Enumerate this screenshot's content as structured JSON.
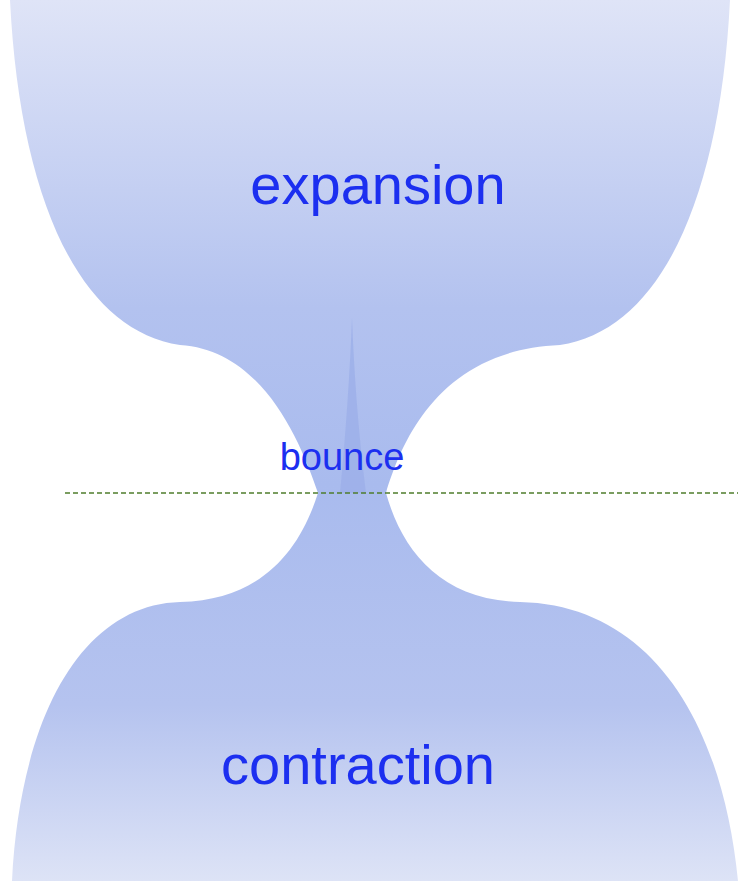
{
  "diagram": {
    "nodes": [
      {
        "text": [
          "expansion",
          "bounce",
          "contraction"
        ]
      }
    ]
  }
}
